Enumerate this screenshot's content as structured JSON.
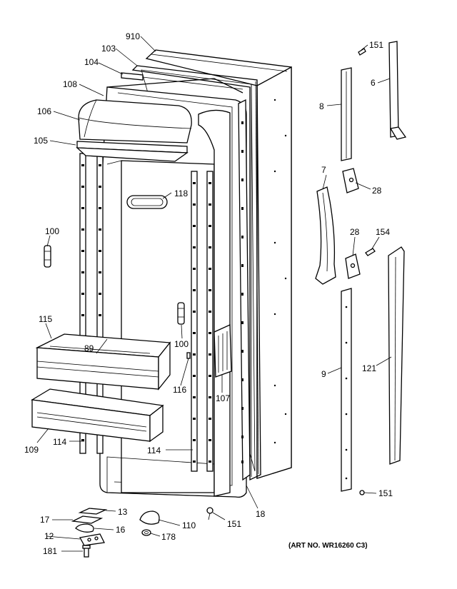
{
  "callouts": {
    "c910": "910",
    "c103": "103",
    "c104": "104",
    "c108": "108",
    "c106": "106",
    "c105": "105",
    "c118": "118",
    "c100a": "100",
    "c115": "115",
    "c89": "89",
    "c100b": "100",
    "c116": "116",
    "c107": "107",
    "c109": "109",
    "c114a": "114",
    "c114b": "114",
    "c18": "18",
    "c151a": "151",
    "c6": "6",
    "c8": "8",
    "c7": "7",
    "c28a": "28",
    "c28b": "28",
    "c154": "154",
    "c9": "9",
    "c121": "121",
    "c151b": "151",
    "c151c": "151",
    "c13": "13",
    "c17": "17",
    "c16": "16",
    "c12": "12",
    "c181": "181",
    "c110": "110",
    "c178": "178"
  },
  "art_number": "(ART NO. WR16260 C3)"
}
